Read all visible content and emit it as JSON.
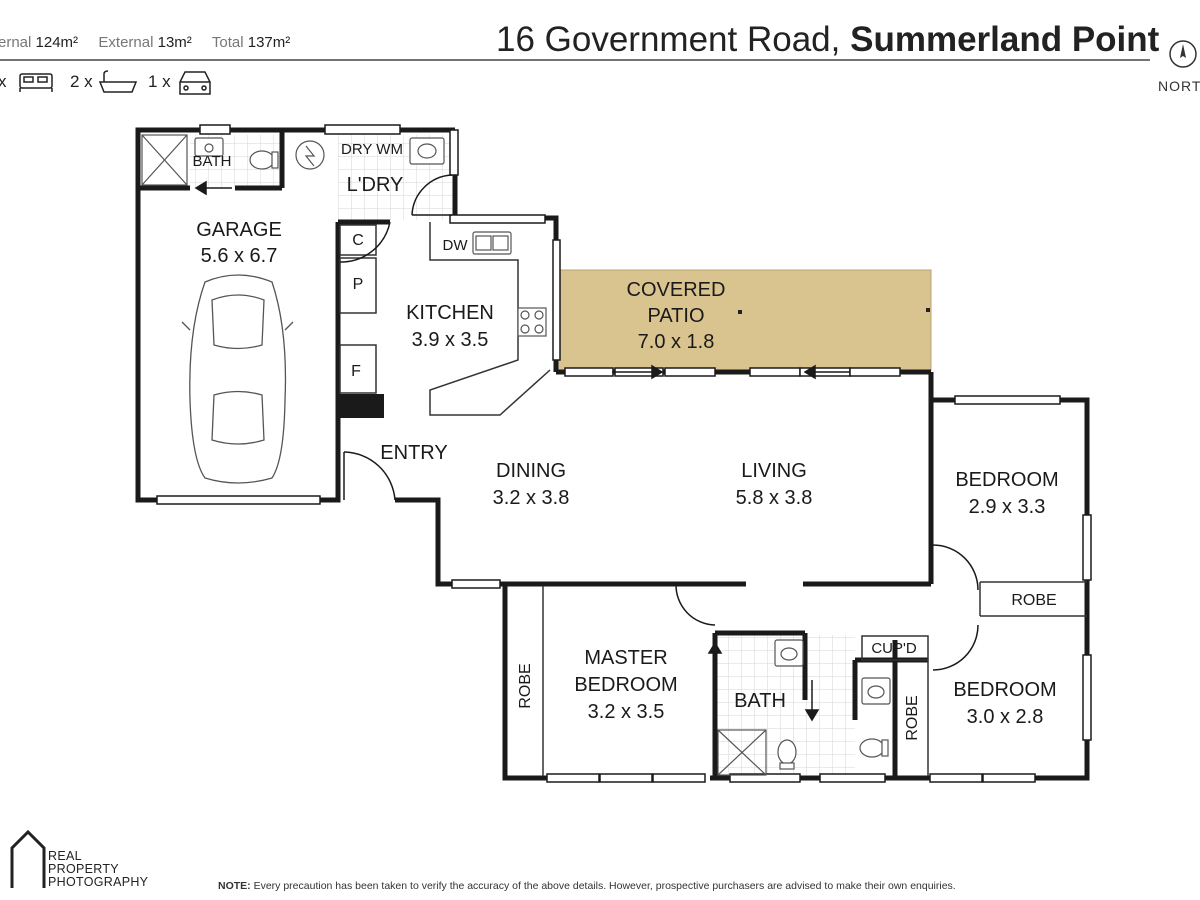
{
  "header": {
    "internal_label": "ernal",
    "internal_value": "124m²",
    "external_label": "External",
    "external_value": "13m²",
    "total_label": "Total",
    "total_value": "137m²",
    "address_street": "16 Government Road,",
    "address_suburb": "Summerland Point",
    "compass_label": "NORT"
  },
  "features": {
    "bed_prefix": "x",
    "bath_count": "2 x",
    "car_count": "1 x"
  },
  "rooms": {
    "garage": {
      "name": "GARAGE",
      "size": "5.6 x 6.7"
    },
    "kitchen": {
      "name": "KITCHEN",
      "size": "3.9 x 3.5"
    },
    "patio": {
      "name_line1": "COVERED",
      "name_line2": "PATIO",
      "size": "7.0 x 1.8"
    },
    "dining": {
      "name": "DINING",
      "size": "3.2 x 3.8"
    },
    "living": {
      "name": "LIVING",
      "size": "5.8 x 3.8"
    },
    "bedroom2": {
      "name": "BEDROOM",
      "size": "2.9 x 3.3"
    },
    "bedroom3": {
      "name": "BEDROOM",
      "size": "3.0 x 2.8"
    },
    "master": {
      "name_line1": "MASTER",
      "name_line2": "BEDROOM",
      "size": "3.2 x 3.5"
    },
    "laundry": {
      "name": "L'DRY"
    },
    "entry": {
      "name": "ENTRY"
    },
    "bath_main": {
      "name": "BATH"
    },
    "bath_garage": {
      "name": "BATH"
    }
  },
  "fixtures": {
    "dry_wm": "DRY WM",
    "dw": "DW",
    "cupboard": "C",
    "pantry": "P",
    "fridge": "F",
    "robe_bed2": "ROBE",
    "robe_master": "ROBE",
    "robe_bed3": "ROBE",
    "cupd": "CUP'D"
  },
  "footer": {
    "brand_line1": "REAL",
    "brand_line2": "PROPERTY",
    "brand_line3": "PHOTOGRAPHY",
    "note_label": "NOTE:",
    "note_text": " Every precaution has been taken to verify the accuracy of the above details. However, prospective purchasers are advised to make their own enquiries."
  },
  "colors": {
    "wall": "#1a1a1a",
    "patio_fill": "#d9c48f",
    "tile_grid": "#d6d6d6",
    "fixture_stroke": "#555555"
  },
  "icons": [
    "bed-icon",
    "bath-icon",
    "car-icon",
    "north-compass-icon",
    "realty-logo-icon"
  ]
}
